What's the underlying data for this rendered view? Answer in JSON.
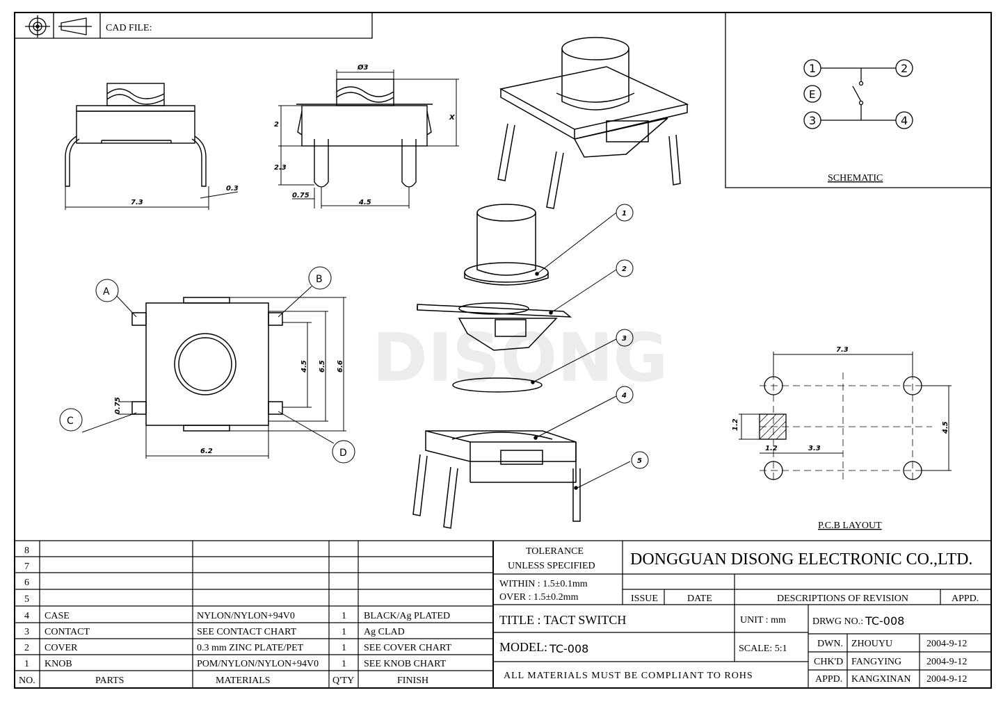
{
  "header": {
    "cad_file": "CAD FILE:"
  },
  "watermark": "DISONG",
  "dims_front": {
    "width": "7.3",
    "pin": "0.3"
  },
  "dims_side": {
    "dia": "Ø3",
    "h1": "2",
    "h2": "2.3",
    "pin_w": "0.75",
    "pitch": "4.5",
    "x": "X"
  },
  "dims_top": {
    "a": "A",
    "b": "B",
    "c": "C",
    "d": "D",
    "w": "6.2",
    "h45": "4.5",
    "h65": "6.5",
    "h66": "6.6",
    "pad": "0.75"
  },
  "explode": {
    "p1": "1",
    "p2": "2",
    "p3": "3",
    "p4": "4",
    "p5": "5"
  },
  "schematic": {
    "title": "SCHEMATIC",
    "pin1": "1",
    "pin2": "2",
    "pin3": "3",
    "pin4": "4",
    "pinE": "E"
  },
  "pcb": {
    "title": "P.C.B  LAYOUT",
    "w": "7.3",
    "h": "4.5",
    "pad": "1.2",
    "pad2": "1.2",
    "gap": "3.3"
  },
  "bom": {
    "rows": [
      {
        "no": "8",
        "parts": "",
        "materials": "",
        "qty": "",
        "finish": ""
      },
      {
        "no": "7",
        "parts": "",
        "materials": "",
        "qty": "",
        "finish": ""
      },
      {
        "no": "6",
        "parts": "",
        "materials": "",
        "qty": "",
        "finish": ""
      },
      {
        "no": "5",
        "parts": "",
        "materials": "",
        "qty": "",
        "finish": ""
      },
      {
        "no": "4",
        "parts": "CASE",
        "materials": "NYLON/NYLON+94V0",
        "qty": "1",
        "finish": "BLACK/Ag PLATED"
      },
      {
        "no": "3",
        "parts": "CONTACT",
        "materials": "SEE CONTACT CHART",
        "qty": "1",
        "finish": "Ag CLAD"
      },
      {
        "no": "2",
        "parts": "COVER",
        "materials": "0.3 mm ZINC PLATE/PET",
        "qty": "1",
        "finish": "SEE COVER CHART"
      },
      {
        "no": "1",
        "parts": "KNOB",
        "materials": "POM/NYLON/NYLON+94V0",
        "qty": "1",
        "finish": "SEE KNOB CHART"
      }
    ],
    "head": {
      "no": "NO.",
      "parts": "PARTS",
      "materials": "MATERIALS",
      "qty": "Q'TY",
      "finish": "FINISH"
    }
  },
  "title_block": {
    "tol1": "TOLERANCE",
    "tol2": "UNLESS   SPECIFIED",
    "within": "WITHIN : 1.5±0.1mm",
    "over": "OVER : 1.5±0.2mm",
    "company": "DONGGUAN DISONG ELECTRONIC CO.,LTD.",
    "issue": "ISSUE",
    "date": "DATE",
    "desc": "DESCRIPTIONS OF REVISION",
    "appd": "APPD.",
    "title": "TITLE :  TACT SWITCH",
    "unit": "UNIT :  mm",
    "drwg_label": "DRWG NO.:",
    "drwg": "TC-008",
    "model_label": "MODEL:",
    "model": "TC-008",
    "scale": "SCALE:  5:1",
    "compliance": "ALL MATERIALS MUST BE COMPLIANT TO ROHS",
    "dwn": "DWN.",
    "dwn_name": "ZHOUYU",
    "dwn_date": "2004-9-12",
    "chk": "CHK'D",
    "chk_name": "FANGYING",
    "chk_date": "2004-9-12",
    "apd": "APPD.",
    "apd_name": "KANGXINAN",
    "apd_date": "2004-9-12"
  }
}
